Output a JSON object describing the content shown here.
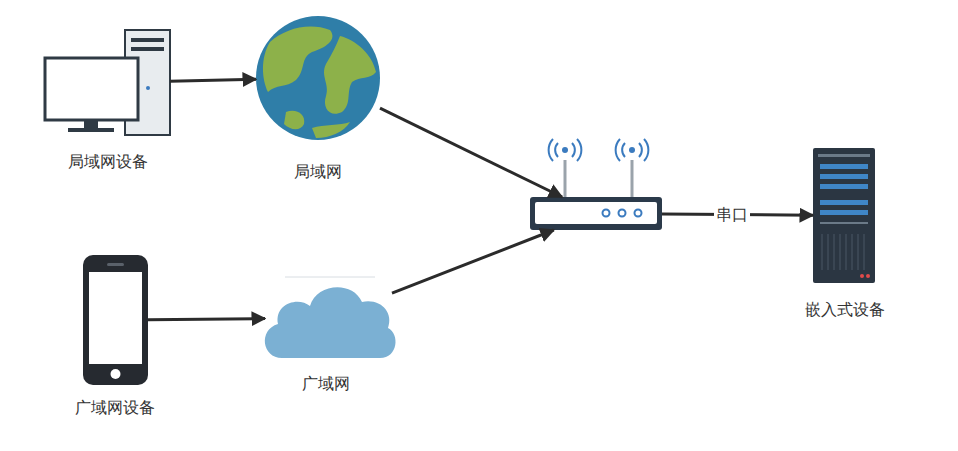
{
  "diagram": {
    "nodes": [
      {
        "text": [
          "局域网设备"
        ]
      },
      {
        "text": [
          "局域网"
        ]
      },
      {
        "text": []
      },
      {
        "text": [
          "嵌入式设备"
        ]
      },
      {
        "text": [
          "广域网设备"
        ]
      },
      {
        "text": [
          "广域网"
        ]
      }
    ],
    "edges": [
      {
        "from": 0,
        "to": 1,
        "arrow": "to"
      },
      {
        "from": 1,
        "to": 2,
        "arrow": "to"
      },
      {
        "from": 4,
        "to": 5,
        "arrow": "to"
      },
      {
        "from": 5,
        "to": 2,
        "arrow": "to"
      },
      {
        "from": 2,
        "to": 3,
        "label": "串口",
        "arrow": "to"
      }
    ]
  }
}
